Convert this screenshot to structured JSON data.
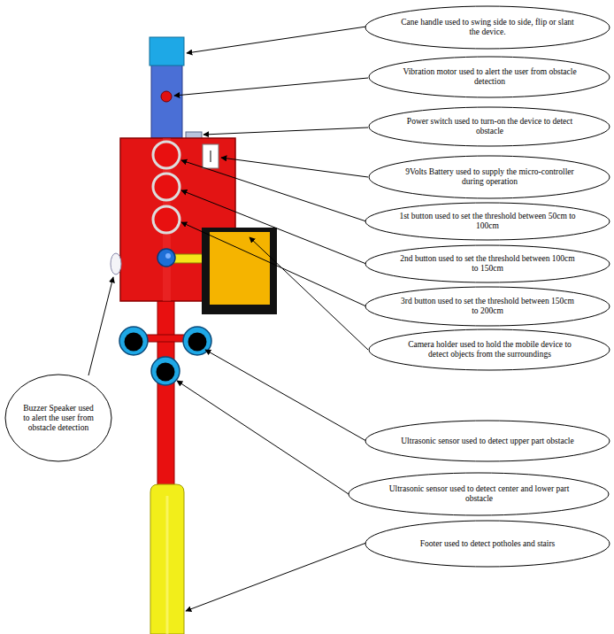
{
  "diagram": {
    "nodes": [
      {
        "text": [
          "Cane handle used to swing side to side, flip or slant the device."
        ]
      },
      {
        "text": [
          "Vibration motor used to alert the user from obstacle detection"
        ]
      },
      {
        "text": [
          "Power switch used to turn-on the device to detect obstacle"
        ]
      },
      {
        "text": [
          "9Volts Battery used to supply the micro-controller during operation"
        ]
      },
      {
        "text": [
          "1st button used to set the threshold between 50cm to 100cm"
        ]
      },
      {
        "text": [
          "2nd button used to set the threshold between 100cm to 150cm"
        ]
      },
      {
        "text": [
          "3rd button used to set the threshold between 150cm to 200cm"
        ]
      },
      {
        "text": [
          "Camera holder used to hold the mobile device to detect objects from the surroundings"
        ]
      },
      {
        "text": [
          "Buzzer Speaker used to alert the user from obstacle detection"
        ]
      },
      {
        "text": [
          "Ultrasonic sensor used to detect upper part obstacle"
        ]
      },
      {
        "text": [
          "Ultrasonic sensor used to detect center and lower part obstacle"
        ]
      },
      {
        "text": [
          "Footer used to detect potholes and stairs"
        ]
      }
    ]
  }
}
